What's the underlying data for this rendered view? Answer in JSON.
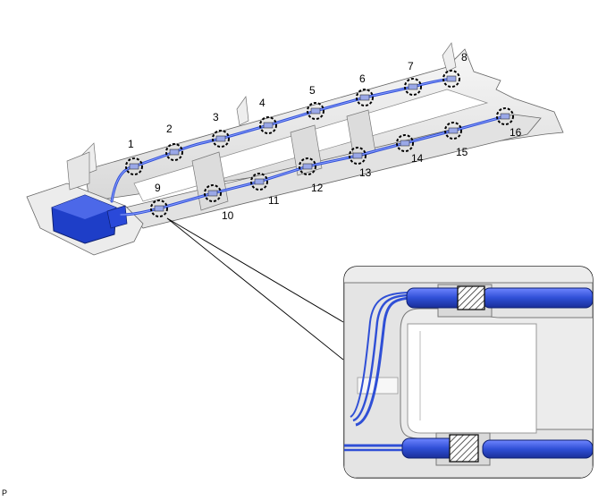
{
  "diagram": {
    "callouts": [
      {
        "id": "1",
        "label": "1"
      },
      {
        "id": "2",
        "label": "2"
      },
      {
        "id": "3",
        "label": "3"
      },
      {
        "id": "4",
        "label": "4"
      },
      {
        "id": "5",
        "label": "5"
      },
      {
        "id": "6",
        "label": "6"
      },
      {
        "id": "7",
        "label": "7"
      },
      {
        "id": "8",
        "label": "8"
      },
      {
        "id": "9",
        "label": "9"
      },
      {
        "id": "10",
        "label": "10"
      },
      {
        "id": "11",
        "label": "11"
      },
      {
        "id": "12",
        "label": "12"
      },
      {
        "id": "13",
        "label": "13"
      },
      {
        "id": "14",
        "label": "14"
      },
      {
        "id": "15",
        "label": "15"
      },
      {
        "id": "16",
        "label": "16"
      }
    ],
    "corner_mark": "P",
    "colors": {
      "harness_blue": "#2f4fd6",
      "connector_blue": "#1e3ec8",
      "bracket_gray": "#e9e9e9",
      "outline": "#555555"
    }
  }
}
